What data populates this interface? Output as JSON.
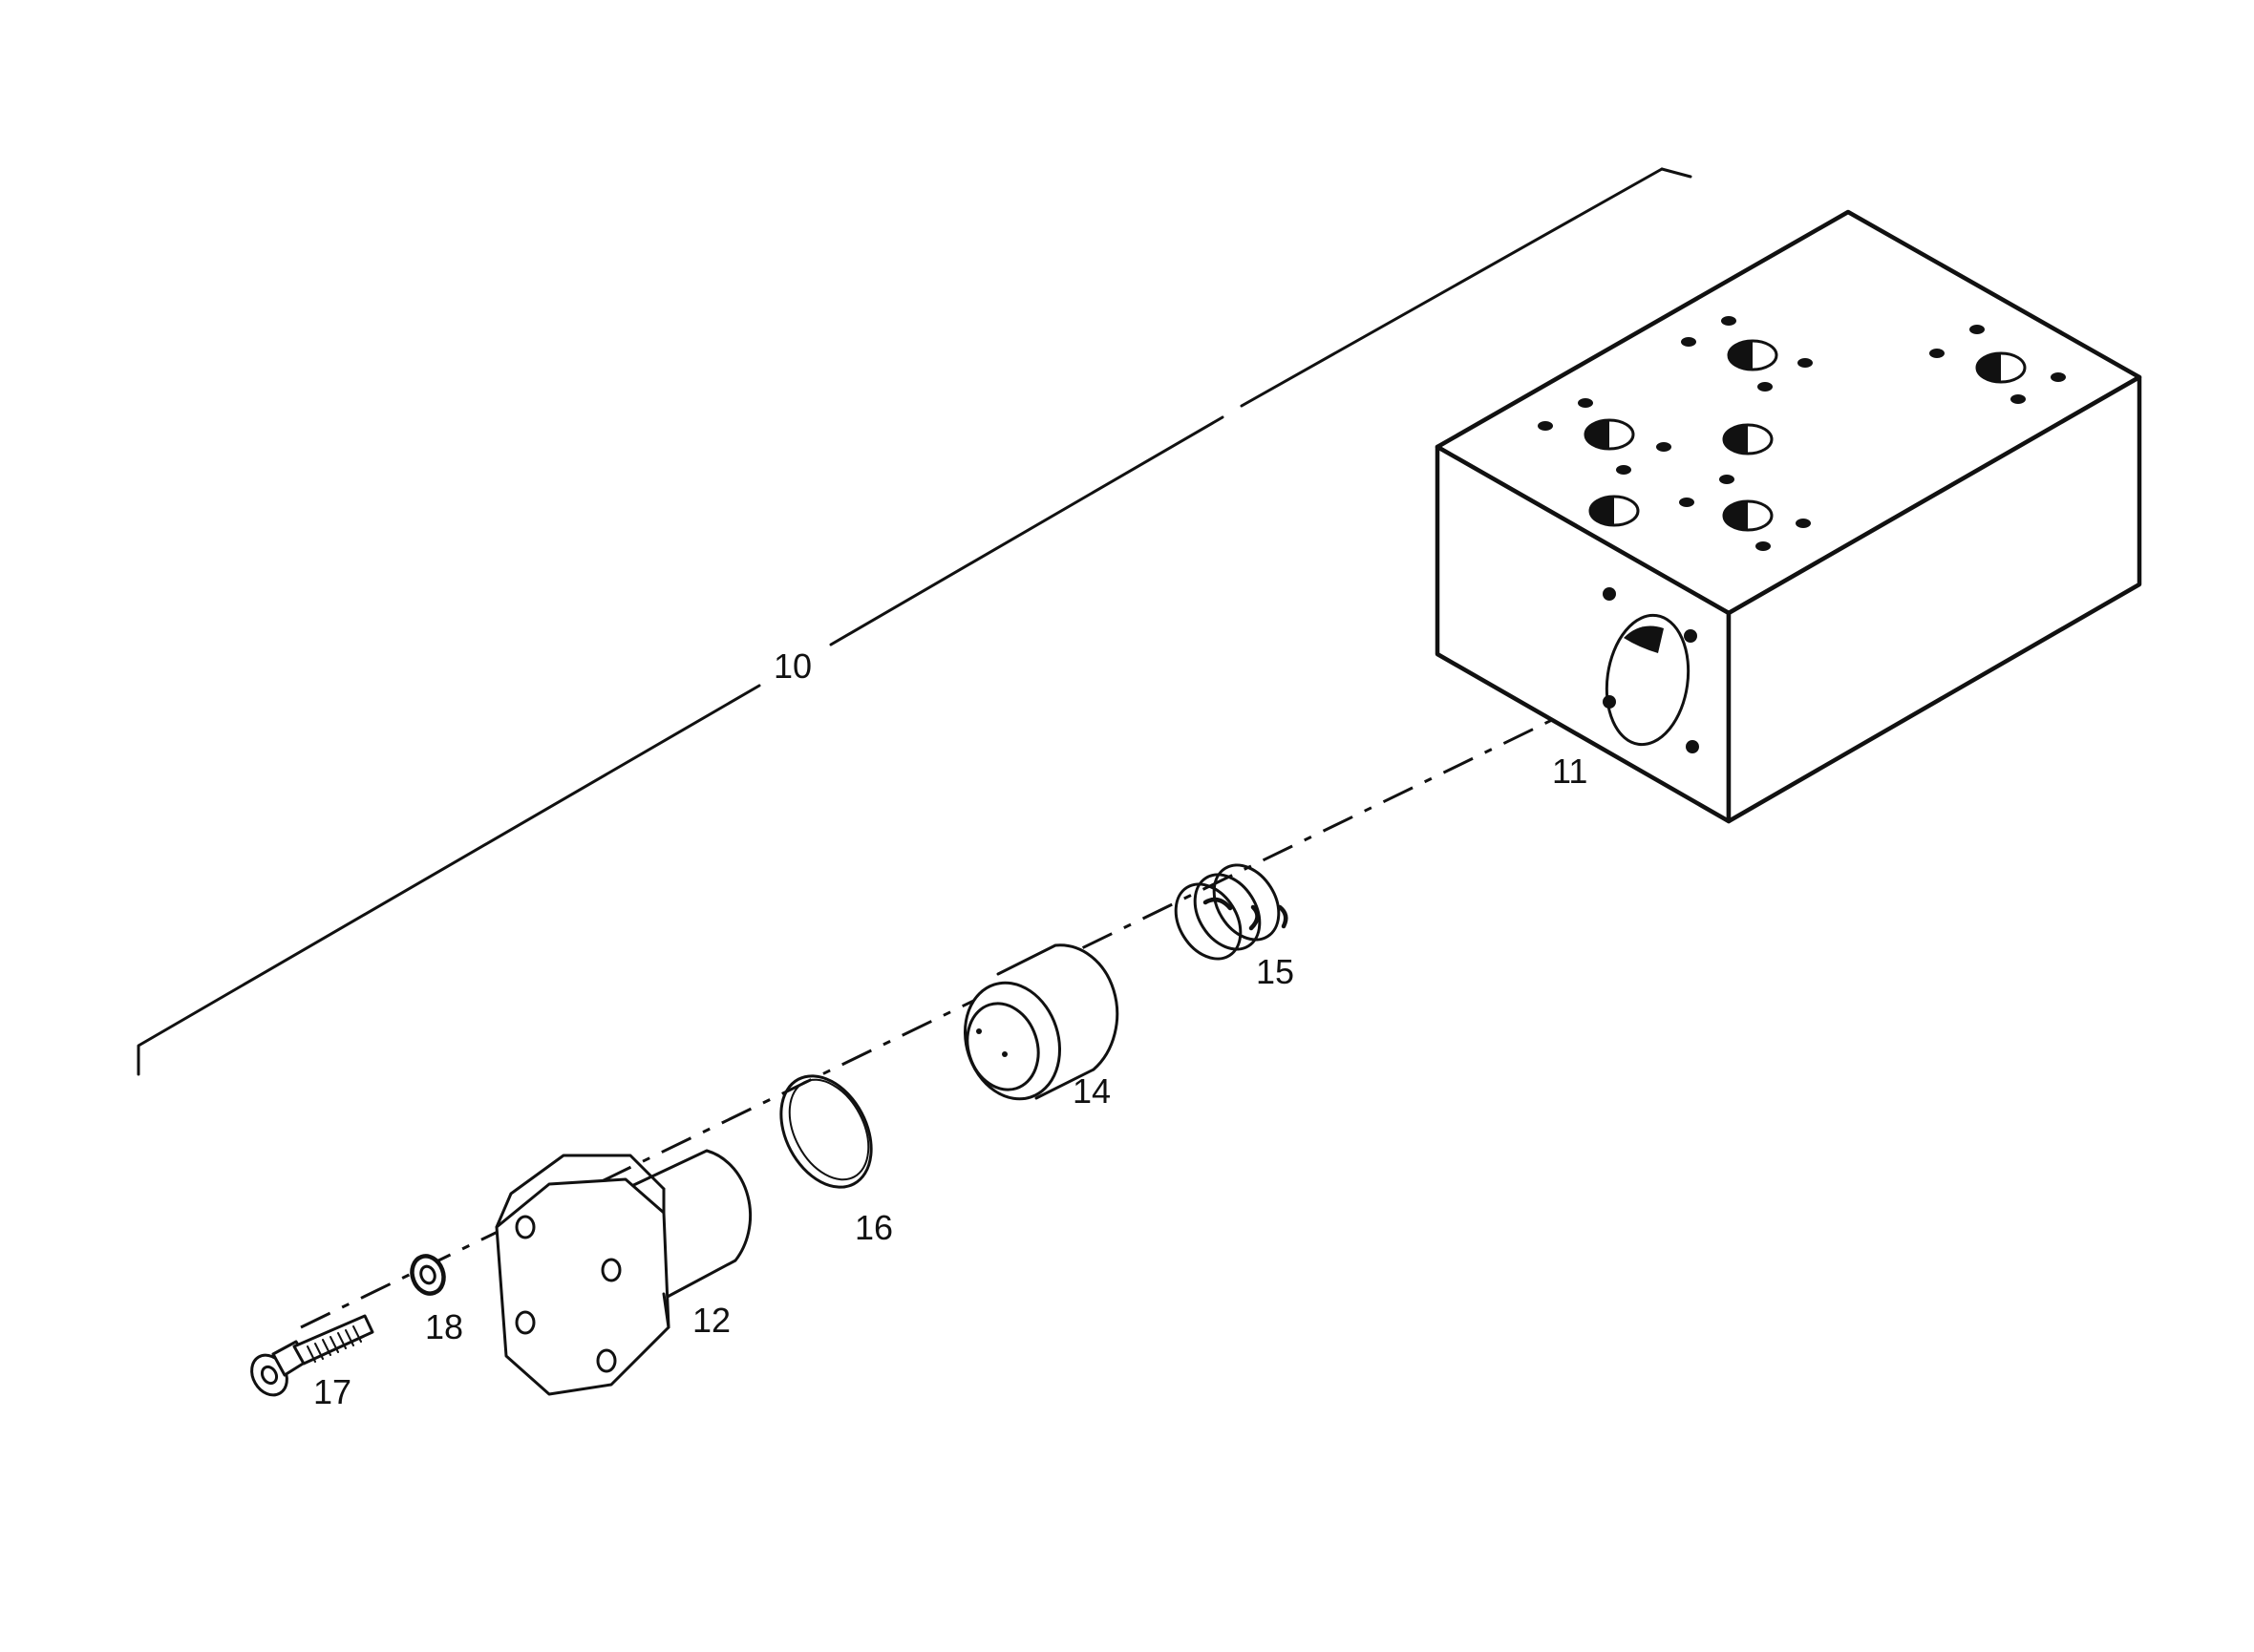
{
  "callouts": {
    "assembly": "10",
    "block": "11",
    "cover": "12",
    "plug": "14",
    "rings": "15",
    "o_ring": "16",
    "screw": "17",
    "washer": "18"
  }
}
